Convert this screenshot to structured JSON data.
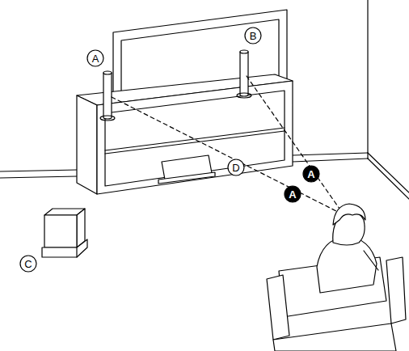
{
  "diagram": {
    "labels": [
      "A",
      "B",
      "C",
      "D",
      "A",
      "A"
    ]
  }
}
